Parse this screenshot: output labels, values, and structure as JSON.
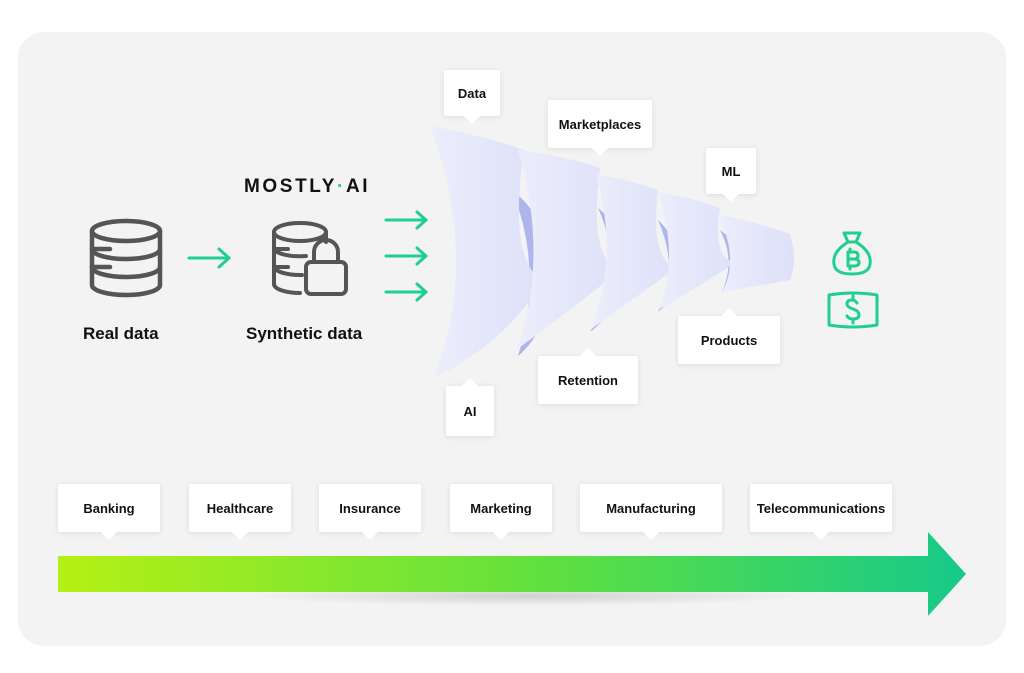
{
  "brand": {
    "name_left": "MOSTLY",
    "separator": "·",
    "name_right": "AI",
    "accent_color": "#1fcf8f"
  },
  "sources": {
    "real_data_label": "Real data",
    "synthetic_data_label": "Synthetic data"
  },
  "funnel": {
    "stages": [
      "Data",
      "Marketplaces",
      "ML",
      "AI",
      "Retention",
      "Products"
    ]
  },
  "outcomes": [
    "bitcoin-bag-icon",
    "dollar-bill-icon"
  ],
  "industries": [
    "Banking",
    "Healthcare",
    "Insurance",
    "Marketing",
    "Manufacturing",
    "Telecommunications"
  ],
  "colors": {
    "arrow_gradient_start": "#b5f015",
    "arrow_gradient_end": "#16c98a",
    "funnel_light": "#e6e8fb",
    "funnel_dark": "#aeb5ec",
    "icon_gray": "#555555"
  }
}
